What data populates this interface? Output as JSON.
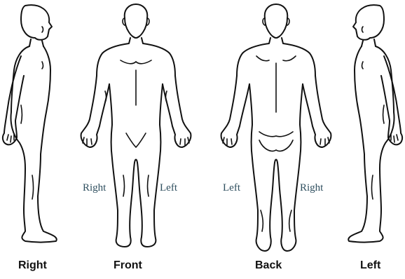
{
  "views": {
    "right": {
      "caption": "Right"
    },
    "front": {
      "caption": "Front",
      "side_left_label": "Right",
      "side_right_label": "Left"
    },
    "back": {
      "caption": "Back",
      "side_left_label": "Left",
      "side_right_label": "Right"
    },
    "left": {
      "caption": "Left"
    }
  },
  "colors": {
    "line": "#111111",
    "side_label": "#2f4f5f",
    "background": "#ffffff"
  }
}
